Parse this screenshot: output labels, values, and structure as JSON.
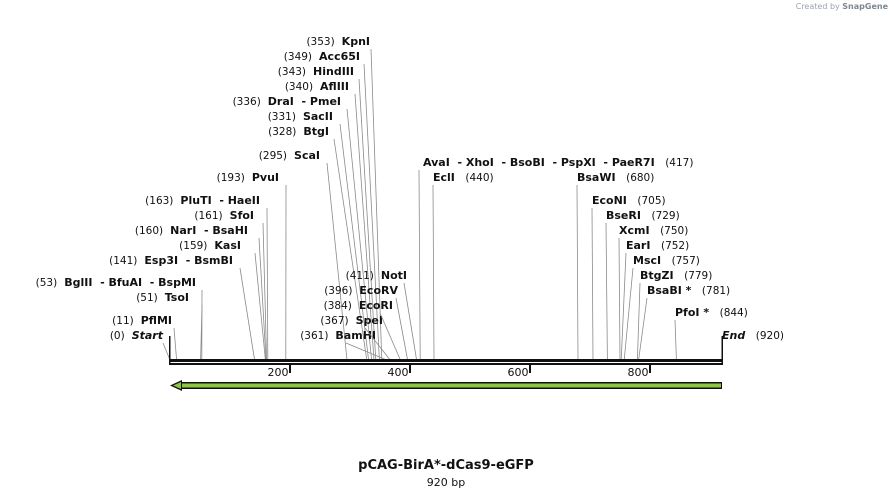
{
  "watermark": {
    "prefix": "Created by",
    "brand": "SnapGene"
  },
  "map": {
    "name": "pCAG-BirA*-dCas9-eGFP",
    "length_label": "920 bp",
    "total_bp": 920,
    "ticks": [
      "200",
      "400",
      "600",
      "800"
    ],
    "feature": {
      "name": "arrow-feature",
      "color": "#8dc63f",
      "direction": "reverse"
    },
    "sites": [
      {
        "pos": "(0)",
        "name": "Start",
        "italic": true
      },
      {
        "pos": "(11)",
        "name": "PflMI"
      },
      {
        "pos": "(51)",
        "name": "TsoI"
      },
      {
        "pos": "(53)",
        "name": "BglII  - BfuAI  - BspMI"
      },
      {
        "pos": "(141)",
        "name": "Esp3I  - BsmBI"
      },
      {
        "pos": "(159)",
        "name": "KasI"
      },
      {
        "pos": "(160)",
        "name": "NarI  - BsaHI"
      },
      {
        "pos": "(161)",
        "name": "SfoI"
      },
      {
        "pos": "(163)",
        "name": "PluTI  - HaeII"
      },
      {
        "pos": "(193)",
        "name": "PvuI"
      },
      {
        "pos": "(295)",
        "name": "ScaI"
      },
      {
        "pos": "(328)",
        "name": "BtgI"
      },
      {
        "pos": "(331)",
        "name": "SacII"
      },
      {
        "pos": "(336)",
        "name": "DraI  - PmeI"
      },
      {
        "pos": "(340)",
        "name": "AflIII"
      },
      {
        "pos": "(343)",
        "name": "HindIII"
      },
      {
        "pos": "(349)",
        "name": "Acc65I"
      },
      {
        "pos": "(353)",
        "name": "KpnI"
      },
      {
        "pos": "(361)",
        "name": "BamHI"
      },
      {
        "pos": "(367)",
        "name": "SpeI"
      },
      {
        "pos": "(384)",
        "name": "EcoRI"
      },
      {
        "pos": "(396)",
        "name": "EcoRV"
      },
      {
        "pos": "(411)",
        "name": "NotI"
      },
      {
        "pos": "(417)",
        "name": "AvaI  - XhoI  - BsoBI  - PspXI  - PaeR7I"
      },
      {
        "pos": "(440)",
        "name": "EclI"
      },
      {
        "pos": "(680)",
        "name": "BsaWI"
      },
      {
        "pos": "(705)",
        "name": "EcoNI"
      },
      {
        "pos": "(729)",
        "name": "BseRI"
      },
      {
        "pos": "(750)",
        "name": "XcmI"
      },
      {
        "pos": "(752)",
        "name": "EarI"
      },
      {
        "pos": "(757)",
        "name": "MscI"
      },
      {
        "pos": "(779)",
        "name": "BtgZI"
      },
      {
        "pos": "(781)",
        "name": "BsaBI *"
      },
      {
        "pos": "(844)",
        "name": "PfoI *"
      },
      {
        "pos": "(920)",
        "name": "End",
        "italic": true
      }
    ]
  }
}
